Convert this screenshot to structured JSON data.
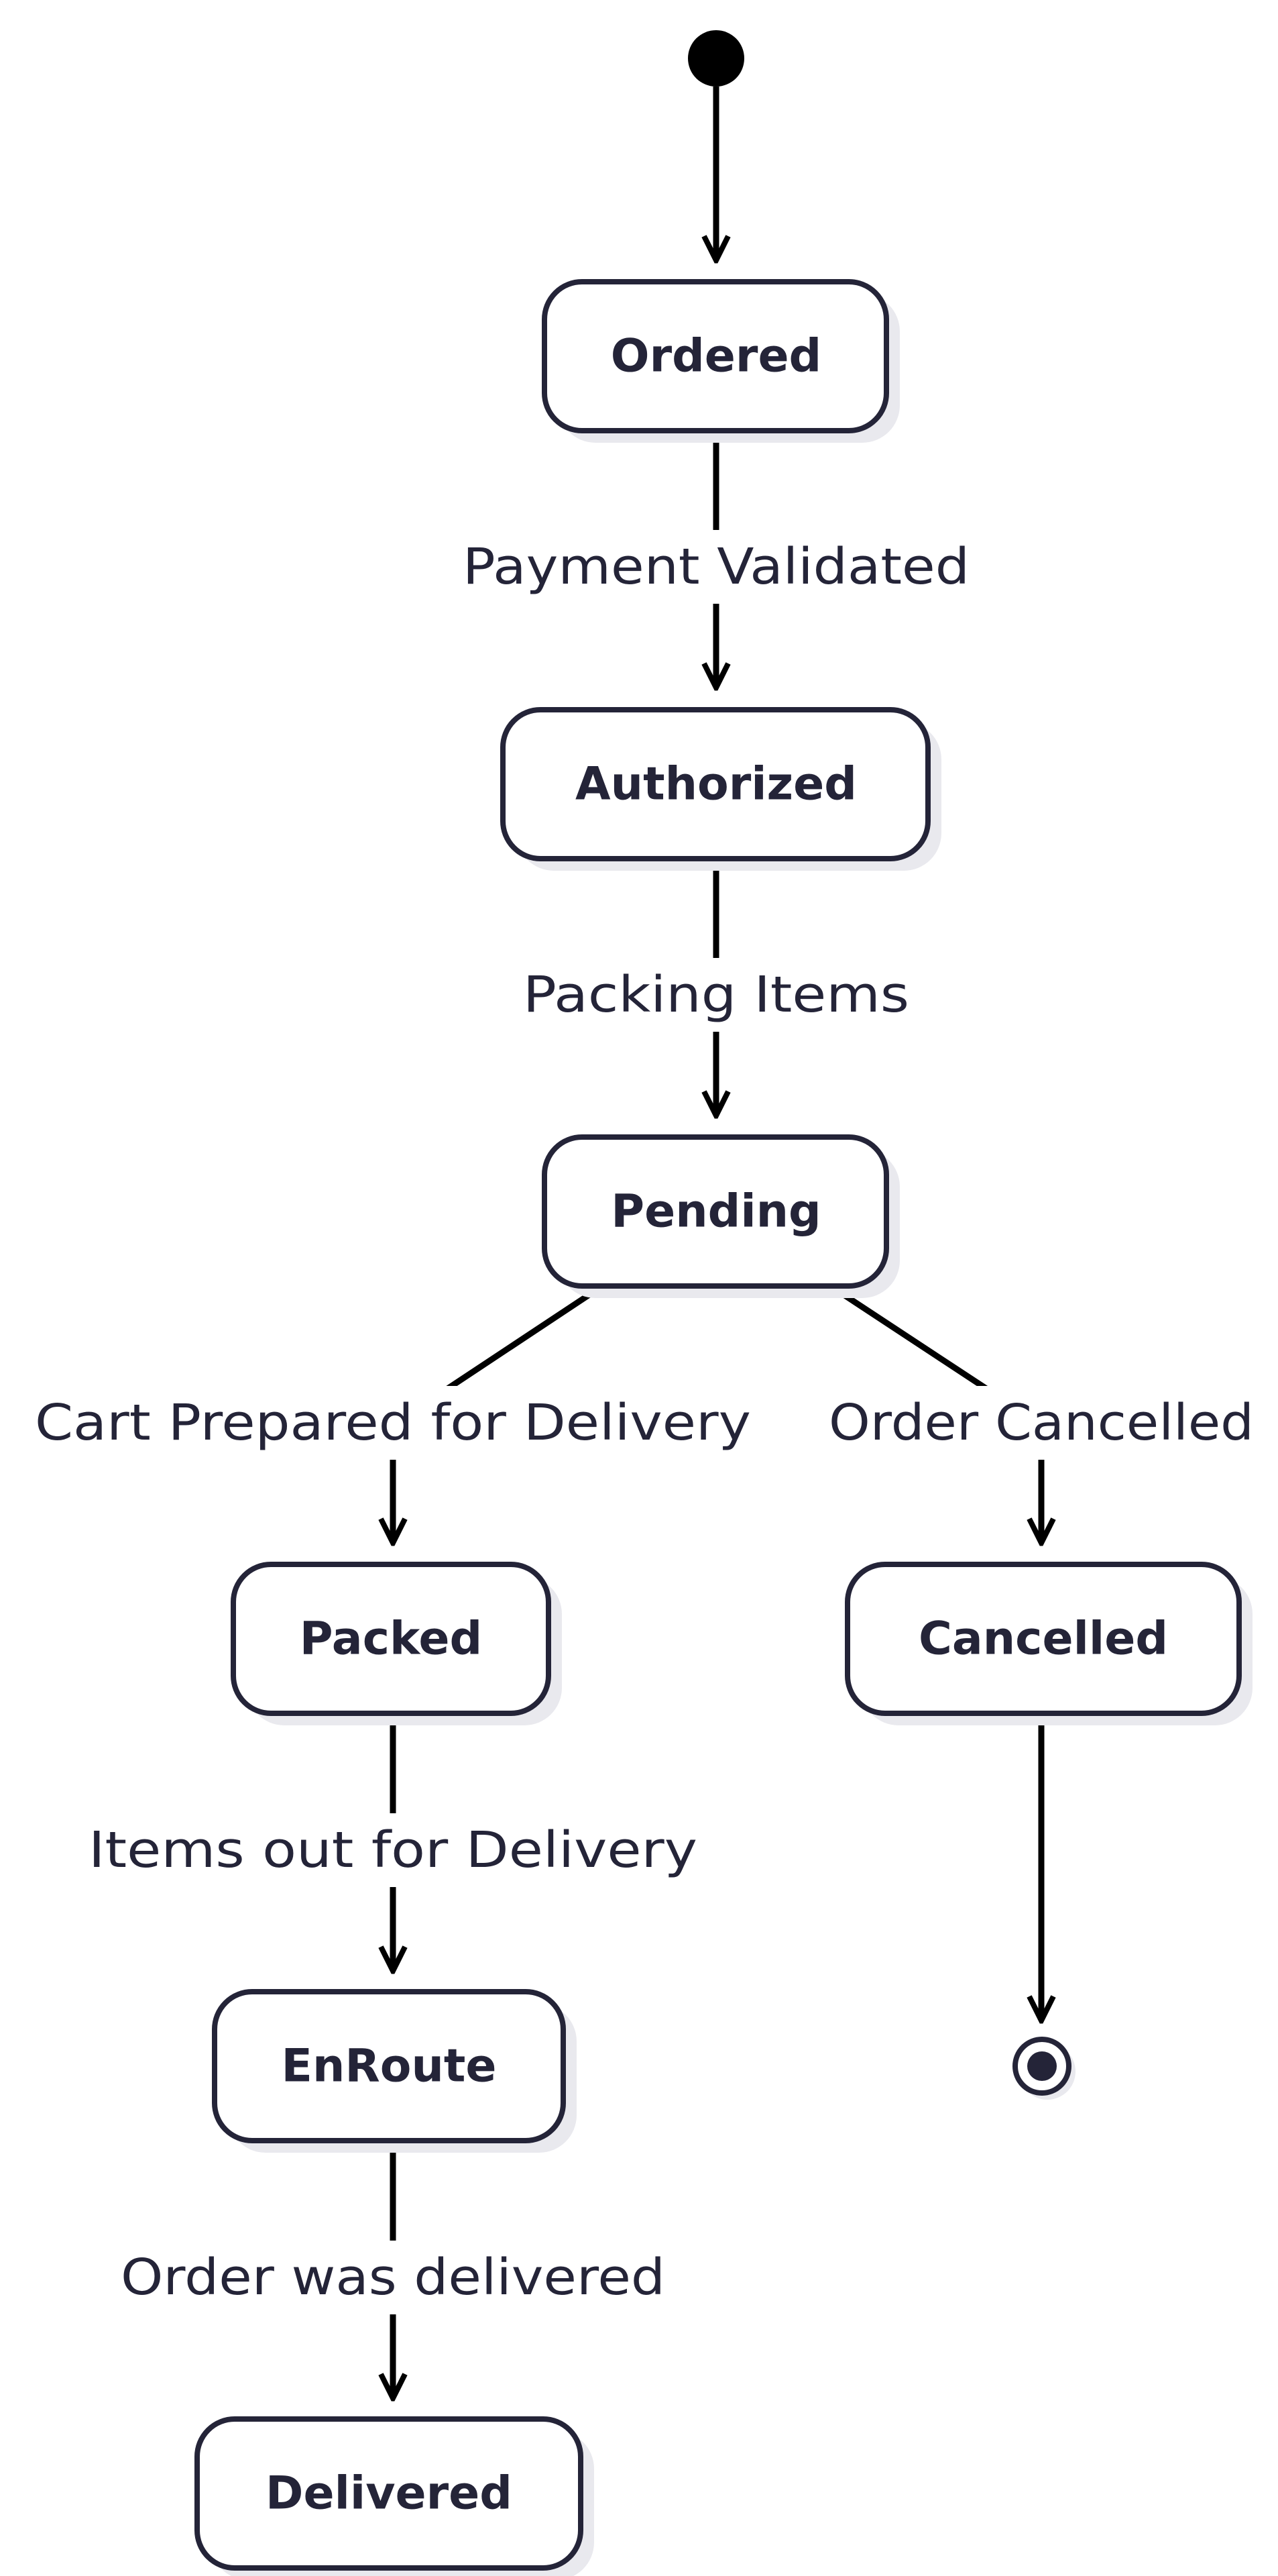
{
  "states": {
    "ordered": "Ordered",
    "authorized": "Authorized",
    "pending": "Pending",
    "packed": "Packed",
    "cancelled": "Cancelled",
    "enroute": "EnRoute",
    "delivered": "Delivered"
  },
  "transitions": {
    "payment_validated": "Payment Validated",
    "packing_items": "Packing Items",
    "cart_prepared": "Cart Prepared for Delivery",
    "order_cancelled": "Order Cancelled",
    "items_out": "Items out for Delivery",
    "order_delivered": "Order was delivered"
  },
  "colors": {
    "stroke": "#242438",
    "edge": "#000000",
    "shadow": "#e9e9ee",
    "background": "#ffffff"
  }
}
